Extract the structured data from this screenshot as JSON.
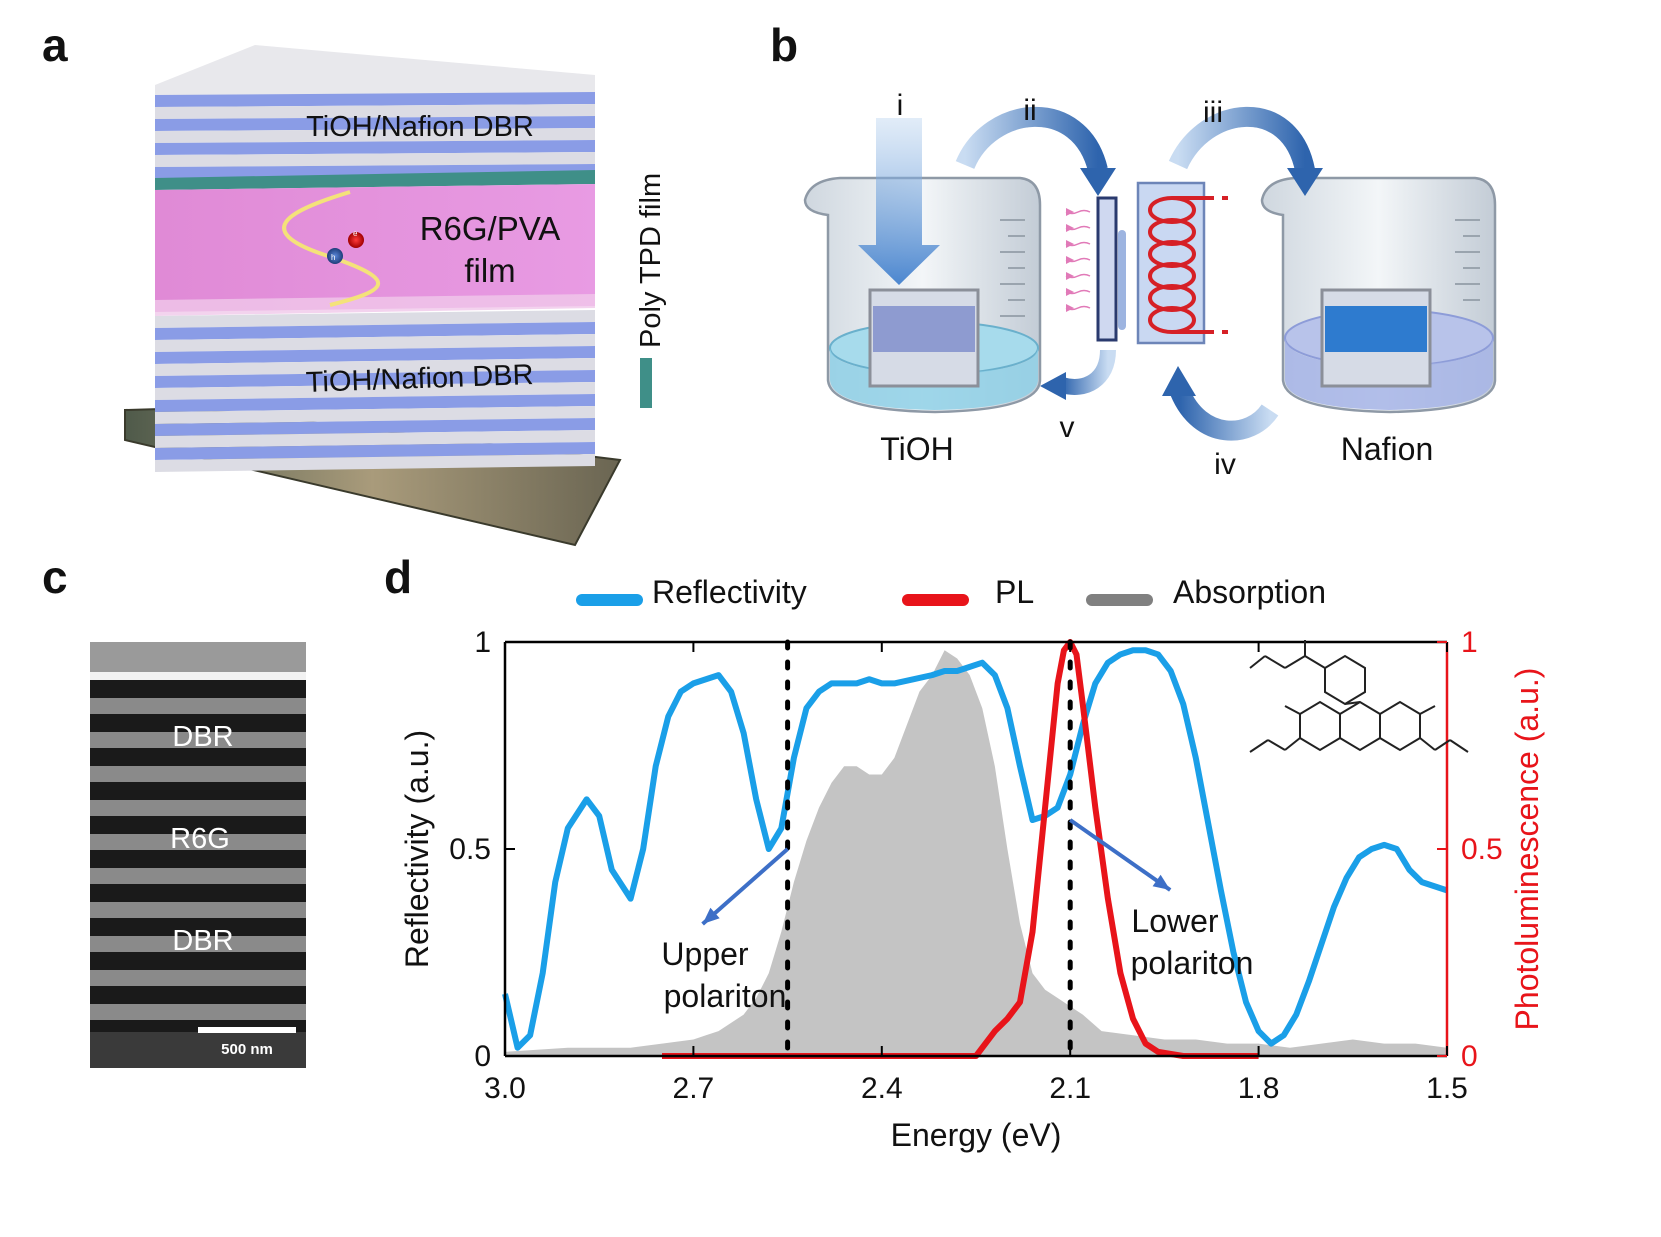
{
  "panels": {
    "a": {
      "label": "a",
      "dbr_top": "TiOH/Nafion DBR",
      "dbr_bottom": "TiOH/Nafion DBR",
      "cavity_line1": "R6G/PVA",
      "cavity_line2": "film",
      "side_label": "Poly TPD film",
      "electron": "e",
      "hole": "h"
    },
    "b": {
      "label": "b",
      "steps": [
        "i",
        "ii",
        "iii",
        "iv",
        "v"
      ],
      "beaker_left": "TiOH",
      "beaker_right": "Nafion"
    },
    "c": {
      "label": "c",
      "layers": [
        "DBR",
        "R6G",
        "DBR"
      ],
      "scale_bar": "500 nm"
    },
    "d": {
      "label": "d"
    }
  },
  "chart_data": {
    "type": "line",
    "xlabel": "Energy (eV)",
    "ylabel": "Reflectivity (a.u.)",
    "ylabel_right": "Photoluminescence (a.u.)",
    "xlim": [
      3.0,
      1.5
    ],
    "ylim": [
      0,
      1
    ],
    "xticks": [
      "3.0",
      "2.7",
      "2.4",
      "2.1",
      "1.8",
      "1.5"
    ],
    "xtick_values": [
      3.0,
      2.7,
      2.4,
      2.1,
      1.8,
      1.5
    ],
    "yticks": [
      "0",
      "0.5",
      "1"
    ],
    "ytick_values": [
      0,
      0.5,
      1
    ],
    "yticks_right": [
      "0",
      "0.5",
      "1"
    ],
    "legend_position": "top",
    "colors": {
      "reflectivity": "#1a9fe8",
      "pl": "#e8141a",
      "absorption": "#c4c4c4",
      "absorption_legend": "#808080",
      "arrow": "#3d6fc7"
    },
    "series": [
      {
        "name": "Reflectivity",
        "x": [
          3.0,
          2.98,
          2.96,
          2.94,
          2.92,
          2.9,
          2.87,
          2.85,
          2.83,
          2.8,
          2.78,
          2.76,
          2.74,
          2.72,
          2.7,
          2.68,
          2.66,
          2.64,
          2.62,
          2.6,
          2.58,
          2.56,
          2.54,
          2.52,
          2.5,
          2.48,
          2.46,
          2.44,
          2.42,
          2.4,
          2.38,
          2.35,
          2.32,
          2.3,
          2.28,
          2.26,
          2.24,
          2.22,
          2.2,
          2.18,
          2.16,
          2.14,
          2.12,
          2.1,
          2.08,
          2.06,
          2.04,
          2.02,
          2.0,
          1.98,
          1.96,
          1.94,
          1.92,
          1.9,
          1.88,
          1.86,
          1.84,
          1.82,
          1.8,
          1.78,
          1.76,
          1.74,
          1.72,
          1.7,
          1.68,
          1.66,
          1.64,
          1.62,
          1.6,
          1.58,
          1.56,
          1.54,
          1.52,
          1.5
        ],
        "values": [
          0.15,
          0.02,
          0.05,
          0.2,
          0.42,
          0.55,
          0.62,
          0.58,
          0.45,
          0.38,
          0.5,
          0.7,
          0.82,
          0.88,
          0.9,
          0.91,
          0.92,
          0.88,
          0.78,
          0.62,
          0.5,
          0.55,
          0.72,
          0.84,
          0.88,
          0.9,
          0.9,
          0.9,
          0.91,
          0.9,
          0.9,
          0.91,
          0.92,
          0.93,
          0.93,
          0.94,
          0.95,
          0.92,
          0.84,
          0.7,
          0.57,
          0.58,
          0.6,
          0.68,
          0.8,
          0.9,
          0.95,
          0.97,
          0.98,
          0.98,
          0.97,
          0.93,
          0.85,
          0.72,
          0.56,
          0.4,
          0.25,
          0.13,
          0.06,
          0.03,
          0.05,
          0.1,
          0.18,
          0.27,
          0.36,
          0.43,
          0.48,
          0.5,
          0.51,
          0.5,
          0.45,
          0.42,
          0.41,
          0.4
        ]
      },
      {
        "name": "PL",
        "axis": "right",
        "x": [
          2.75,
          2.6,
          2.45,
          2.3,
          2.25,
          2.22,
          2.2,
          2.18,
          2.16,
          2.14,
          2.12,
          2.11,
          2.1,
          2.09,
          2.08,
          2.06,
          2.04,
          2.02,
          2.0,
          1.98,
          1.96,
          1.92,
          1.88,
          1.8
        ],
        "values": [
          0.0,
          0.0,
          0.0,
          0.0,
          0.0,
          0.06,
          0.09,
          0.13,
          0.3,
          0.6,
          0.9,
          0.98,
          1.0,
          0.97,
          0.85,
          0.6,
          0.38,
          0.2,
          0.09,
          0.03,
          0.01,
          0.0,
          0.0,
          0.0
        ]
      },
      {
        "name": "Absorption",
        "x": [
          3.0,
          2.9,
          2.8,
          2.75,
          2.7,
          2.68,
          2.66,
          2.64,
          2.62,
          2.6,
          2.58,
          2.56,
          2.54,
          2.52,
          2.5,
          2.48,
          2.46,
          2.44,
          2.42,
          2.4,
          2.38,
          2.36,
          2.34,
          2.32,
          2.3,
          2.28,
          2.26,
          2.24,
          2.22,
          2.2,
          2.18,
          2.16,
          2.14,
          2.12,
          2.1,
          2.08,
          2.05,
          2.0,
          1.95,
          1.9,
          1.85,
          1.8,
          1.75,
          1.7,
          1.65,
          1.6,
          1.55,
          1.5
        ],
        "values": [
          0.01,
          0.02,
          0.02,
          0.03,
          0.04,
          0.05,
          0.06,
          0.08,
          0.1,
          0.14,
          0.2,
          0.3,
          0.42,
          0.52,
          0.6,
          0.66,
          0.7,
          0.7,
          0.68,
          0.68,
          0.72,
          0.8,
          0.88,
          0.92,
          0.98,
          0.96,
          0.92,
          0.84,
          0.7,
          0.5,
          0.32,
          0.2,
          0.16,
          0.14,
          0.12,
          0.1,
          0.06,
          0.05,
          0.04,
          0.04,
          0.03,
          0.03,
          0.02,
          0.03,
          0.04,
          0.03,
          0.03,
          0.02
        ]
      }
    ],
    "markers": [
      2.55,
      2.1
    ],
    "annotations": [
      {
        "text": [
          "Upper",
          "polariton"
        ],
        "points_to": {
          "x": 2.55,
          "y": 0.5
        }
      },
      {
        "text": [
          "Lower",
          "polariton"
        ],
        "points_to": {
          "x": 2.1,
          "y": 0.57
        }
      }
    ]
  }
}
